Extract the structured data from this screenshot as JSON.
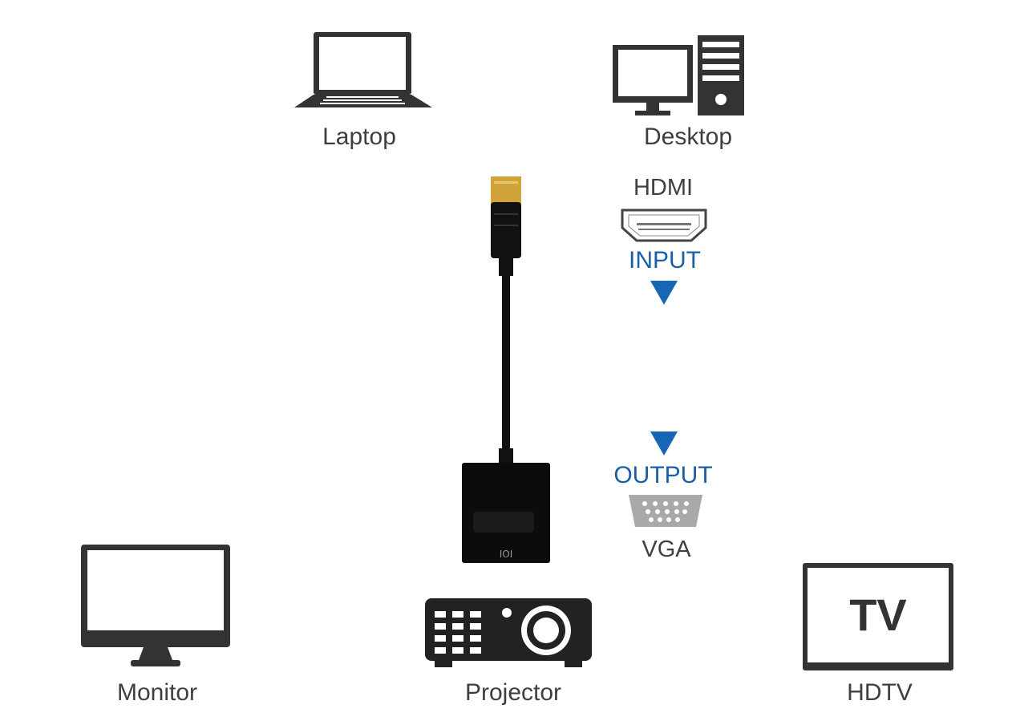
{
  "devices": {
    "laptop": "Laptop",
    "desktop": "Desktop",
    "monitor": "Monitor",
    "projector": "Projector",
    "hdtv": "HDTV",
    "tv_screen_text": "TV"
  },
  "connectors": {
    "hdmi": "HDMI",
    "input": "INPUT",
    "output": "OUTPUT",
    "vga": "VGA"
  },
  "colors": {
    "accent_blue": "#1766b5",
    "icon_dark": "#333333",
    "text": "#3f3f3f"
  },
  "icons": [
    "laptop-icon",
    "desktop-icon",
    "monitor-icon",
    "projector-icon",
    "tv-icon",
    "hdmi-port-icon",
    "vga-port-icon",
    "adapter-cable"
  ]
}
